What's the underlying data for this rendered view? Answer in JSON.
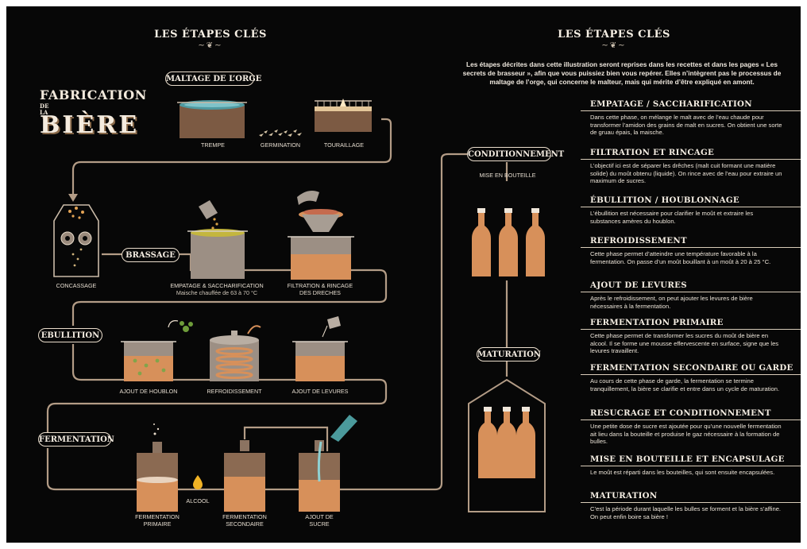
{
  "left_heading": "LES ÉTAPES CLÉS",
  "right_heading": "LES ÉTAPES CLÉS",
  "title": {
    "line1": "FABRICATION",
    "de": "DE",
    "la": "LA",
    "line3": "BIÈRE"
  },
  "intro": "Les étapes décrites dans cette illustration seront reprises dans les recettes et dans les pages « Les secrets de brasseur », afin que vous puissiez bien vous repérer. Elles n’intègrent pas le processus de maltage de l’orge, qui concerne le malteur, mais qui mérite d’être expliqué en amont.",
  "sections": {
    "maltage": "MALTAGE DE L’ORGE",
    "brassage": "BRASSAGE",
    "ebullition": "EBULLITION",
    "fermentation": "FERMENTATION",
    "conditionnement": "CONDITIONNEMENT",
    "maturation": "MATURATION"
  },
  "labels": {
    "trempe": "TREMPE",
    "germination": "GERMINATION",
    "touraillage": "TOURAILLAGE",
    "concassage": "CONCASSAGE",
    "empatage": "EMPATAGE & SACCHARIFICATION",
    "empatage_sub": "Maische chauffée de 63 à 70 °C",
    "filtration_1": "FILTRATION & RINCAGE",
    "filtration_2": "DES DRECHES",
    "ajout_houblon": "AJOUT DE HOUBLON",
    "refroidissement": "REFROIDISSEMENT",
    "ajout_levures": "AJOUT DE LEVURES",
    "ferm_primaire_1": "FERMENTATION",
    "ferm_primaire_2": "PRIMAIRE",
    "alcool": "ALCOOL",
    "ferm_secondaire_1": "FERMENTATION",
    "ferm_secondaire_2": "SECONDAIRE",
    "ajout_sucre_1": "AJOUT DE",
    "ajout_sucre_2": "SUCRE",
    "mise_en_bouteille": "MISE EN BOUTEILLE"
  },
  "steps": [
    {
      "title": "EMPATAGE / SACCHARIFICATION",
      "desc": "Dans cette phase, on mélange le malt avec de l’eau chaude pour transformer l’amidon des grains de malt en sucres. On obtient une sorte de gruau épais, la maische."
    },
    {
      "title": "FILTRATION ET RINCAGE",
      "desc": "L’objectif ici est de séparer les drêches (malt cuit formant une matière solide) du moût obtenu (liquide). On rince avec de l’eau pour extraire un maximum de sucres."
    },
    {
      "title": "ÉBULLITION / HOUBLONNAGE",
      "desc": "L’ébullition est nécessaire pour clarifier le moût et extraire les substances amères du houblon."
    },
    {
      "title": "REFROIDISSEMENT",
      "desc": "Cette phase permet d’atteindre une température favorable à la fermentation. On passe d’un moût bouillant à un moût à 20 à 25 °C."
    },
    {
      "title": "AJOUT DE LEVURES",
      "desc": "Après le refroidissement, on peut ajouter les levures de bière nécessaires à la fermentation."
    },
    {
      "title": "FERMENTATION PRIMAIRE",
      "desc": "Cette phase permet de transformer les sucres du moût de bière en alcool. Il se forme une mousse effervescente en surface, signe que les levures travaillent."
    },
    {
      "title": "FERMENTATION SECONDAIRE OU GARDE",
      "desc": "Au cours de cette phase de garde, la fermentation se termine tranquillement, la bière se clarifie et entre dans un cycle de maturation."
    },
    {
      "title": "RESUCRAGE ET CONDITIONNEMENT",
      "desc": "Une petite dose de sucre est ajoutée pour qu’une nouvelle fermentation ait lieu dans la bouteille et produise le gaz nécessaire à la formation de bulles."
    },
    {
      "title": "MISE EN BOUTEILLE ET ENCAPSULAGE",
      "desc": "Le moût est réparti dans les bouteilles, qui sont ensuite encapsulées."
    },
    {
      "title": "MATURATION",
      "desc": "C’est la période durant laquelle les bulles se forment et la bière s’affine. On peut enfin boire sa bière !"
    }
  ],
  "colors": {
    "background": "#070707",
    "path": "#b39c86",
    "beer": "#d7905a",
    "metal": "#9c8f84",
    "text": "#f3ebe0"
  }
}
